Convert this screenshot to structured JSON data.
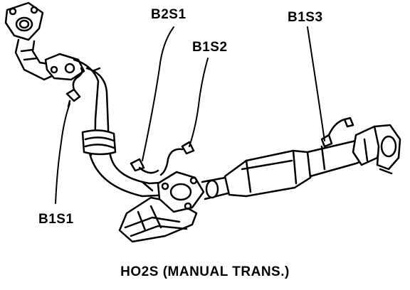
{
  "labels": {
    "b2s1": "B2S1",
    "b1s2": "B1S2",
    "b1s3": "B1S3",
    "b1s1": "B1S1"
  },
  "caption": "HO2S (MANUAL TRANS.)",
  "colors": {
    "ink": "#000000",
    "paper": "#ffffff"
  }
}
